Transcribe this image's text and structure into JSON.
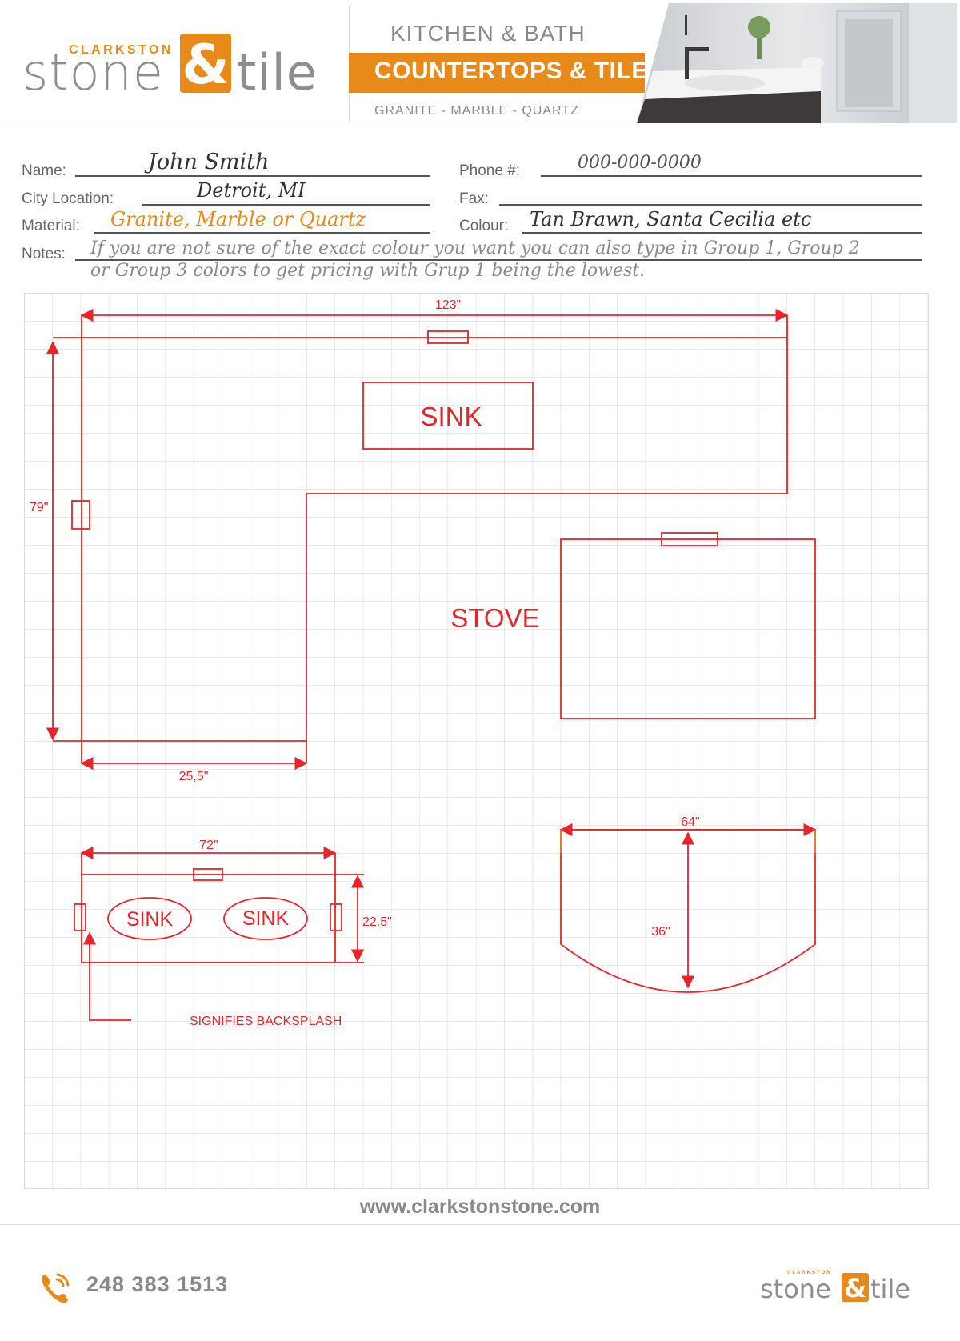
{
  "brand": {
    "top_word": "CLARKSTON",
    "word_left": "stone",
    "word_right": "tile",
    "accent_color": "#e88a1a"
  },
  "banner": {
    "line1": "KITCHEN & BATH",
    "line2": "COUNTERTOPS & TILE",
    "line3": "GRANITE - MARBLE - QUARTZ"
  },
  "form": {
    "name_label": "Name:",
    "name_value": "John Smith",
    "phone_label": "Phone #:",
    "phone_value": "000-000-0000",
    "city_label": "City Location:",
    "city_value": "Detroit, MI",
    "fax_label": "Fax:",
    "fax_value": "",
    "material_label": "Material:",
    "material_value": "Granite, Marble or Quartz",
    "colour_label": "Colour:",
    "colour_value": "Tan Brawn, Santa Cecilia etc",
    "notes_label": "Notes:",
    "notes_line1": "If you are not sure of the exact colour you want you can also type in Group 1, Group 2",
    "notes_line2": "or Group 3 colors to get pricing with Grup 1 being the lowest."
  },
  "drawing": {
    "dim_top": "123\"",
    "dim_left": "79\"",
    "dim_bottom": "25,5\"",
    "sink_main": "SINK",
    "stove": "STOVE",
    "dim_vanity_width": "72\"",
    "dim_vanity_depth": "22.5\"",
    "sink_a": "SINK",
    "sink_b": "SINK",
    "backsplash_note": "SIGNIFIES BACKSPLASH",
    "dim_round_width": "64\"",
    "dim_round_depth": "36\"",
    "line_color": "#e8242b",
    "grid_color": "#dcdcdc"
  },
  "footer": {
    "website": "www.clarkstonstone.com",
    "phone": "248 383 1513"
  }
}
